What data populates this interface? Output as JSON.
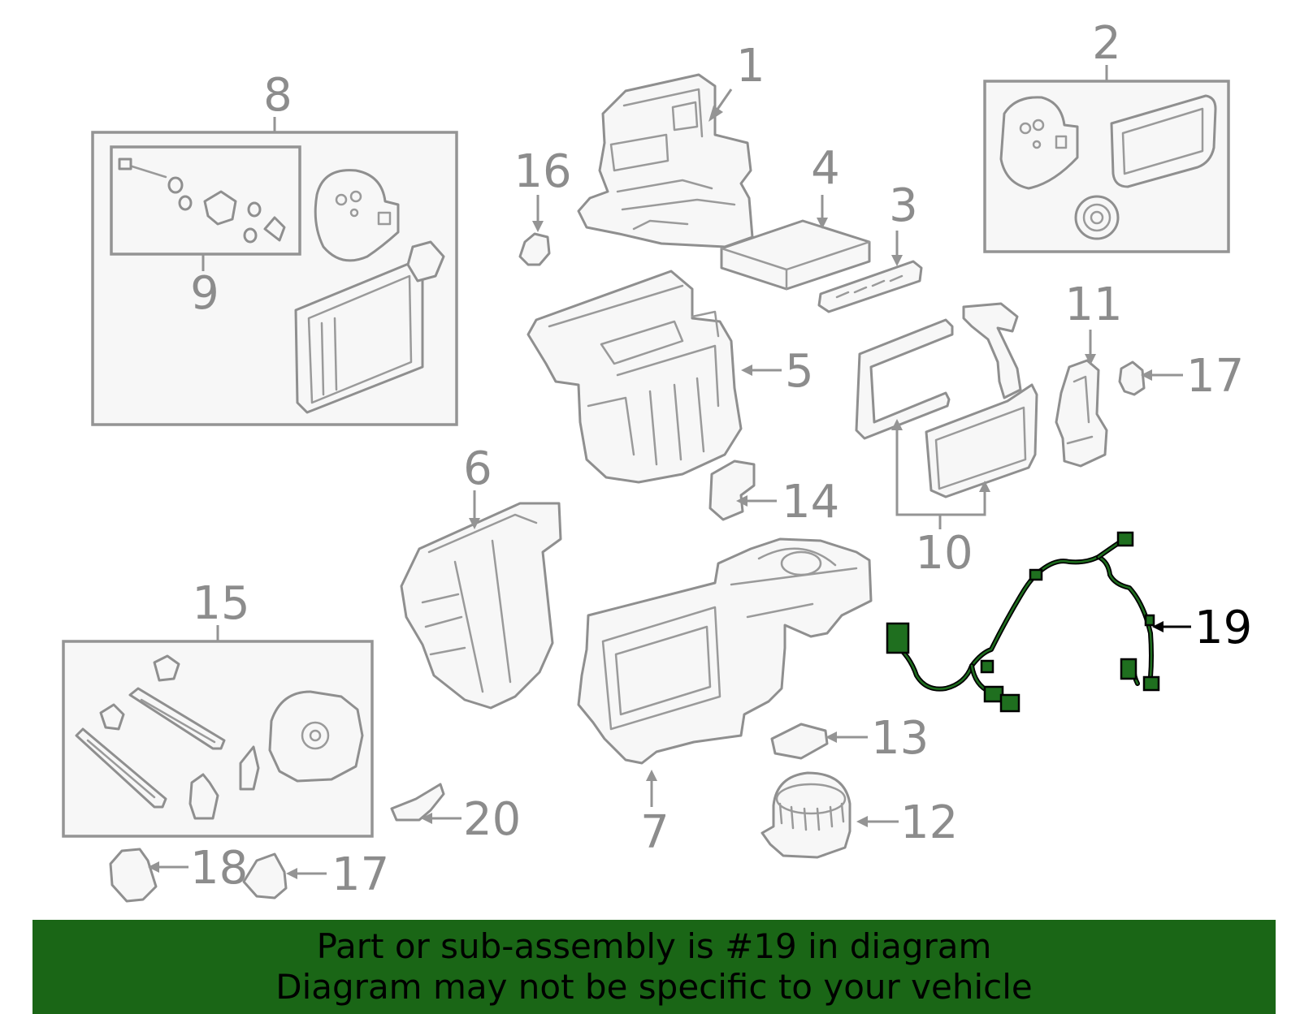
{
  "diagram": {
    "callouts": {
      "c1": "1",
      "c2": "2",
      "c3": "3",
      "c4": "4",
      "c5": "5",
      "c6": "6",
      "c7": "7",
      "c8": "8",
      "c9": "9",
      "c10": "10",
      "c11": "11",
      "c12": "12",
      "c13": "13",
      "c14": "14",
      "c15": "15",
      "c16": "16",
      "c17a": "17",
      "c17b": "17",
      "c18": "18",
      "c19": "19",
      "c20": "20"
    },
    "highlight_color": "#1a6616",
    "part_color": "#8f8f8f"
  },
  "banner": {
    "line1": "Part or sub-assembly is #19 in diagram",
    "line2": "Diagram may not be specific to your vehicle",
    "background": "#1a6616"
  }
}
